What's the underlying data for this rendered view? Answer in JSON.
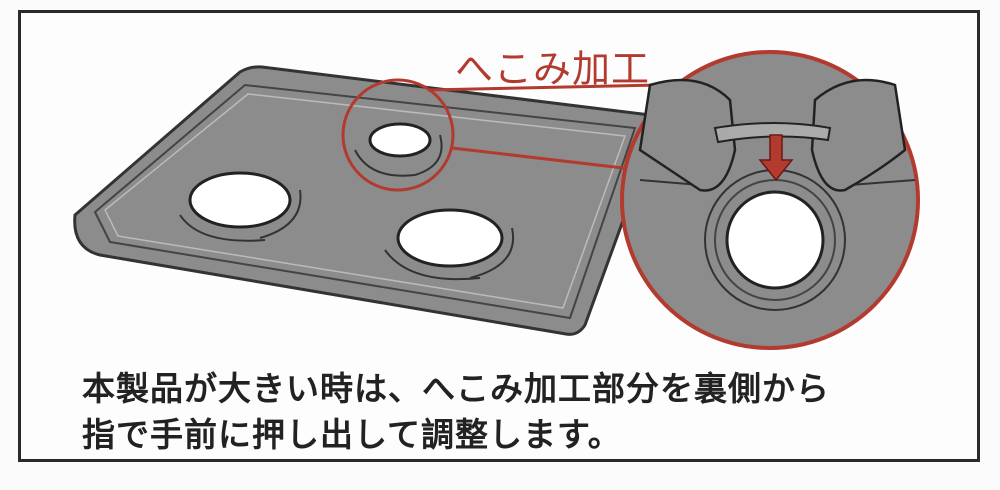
{
  "callout_label": "へこみ加工",
  "instructions": {
    "line1": "本製品が大きい時は、へこみ加工部分を裏側から",
    "line2": "指で手前に押し出して調整します。"
  },
  "colors": {
    "tray": "#8c8c8c",
    "accent_red": "#b23a2e",
    "frame": "#2a2a2a"
  }
}
